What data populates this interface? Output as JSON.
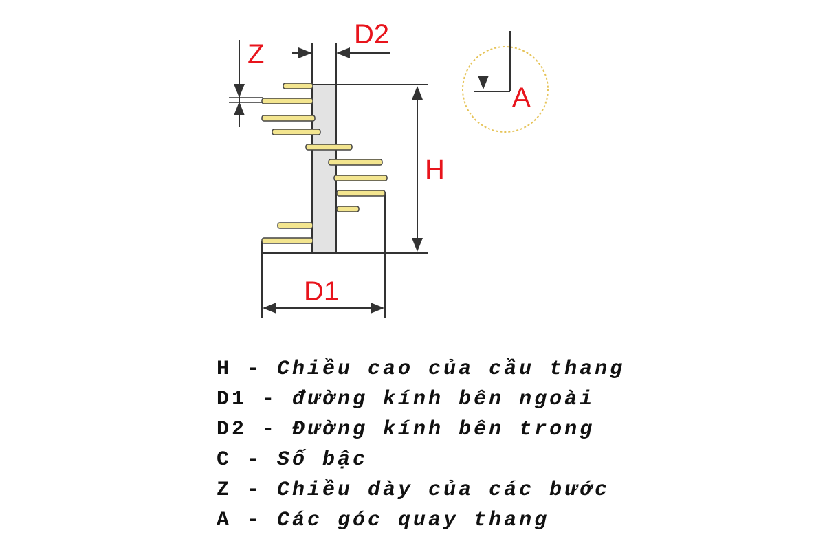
{
  "diagram": {
    "labels": {
      "z": "Z",
      "d2": "D2",
      "h": "H",
      "d1": "D1",
      "a": "A"
    },
    "colors": {
      "label": "#e8141c",
      "step": "#f3e58f",
      "column": "#e3e3e3",
      "line": "#333333",
      "circle": "#e6c45a"
    }
  },
  "legend": [
    {
      "code": "H",
      "sep": " - ",
      "text": "Chiều cao của cầu thang"
    },
    {
      "code": "D1",
      "sep": " - ",
      "text": "đường kính bên ngoài"
    },
    {
      "code": "D2",
      "sep": " - ",
      "text": "Đường kính bên trong"
    },
    {
      "code": "C",
      "sep": " - ",
      "text": "Số bậc"
    },
    {
      "code": "Z",
      "sep": " - ",
      "text": "Chiều dày của các bước"
    },
    {
      "code": "A",
      "sep": " - ",
      "text": "Các góc quay thang"
    }
  ]
}
